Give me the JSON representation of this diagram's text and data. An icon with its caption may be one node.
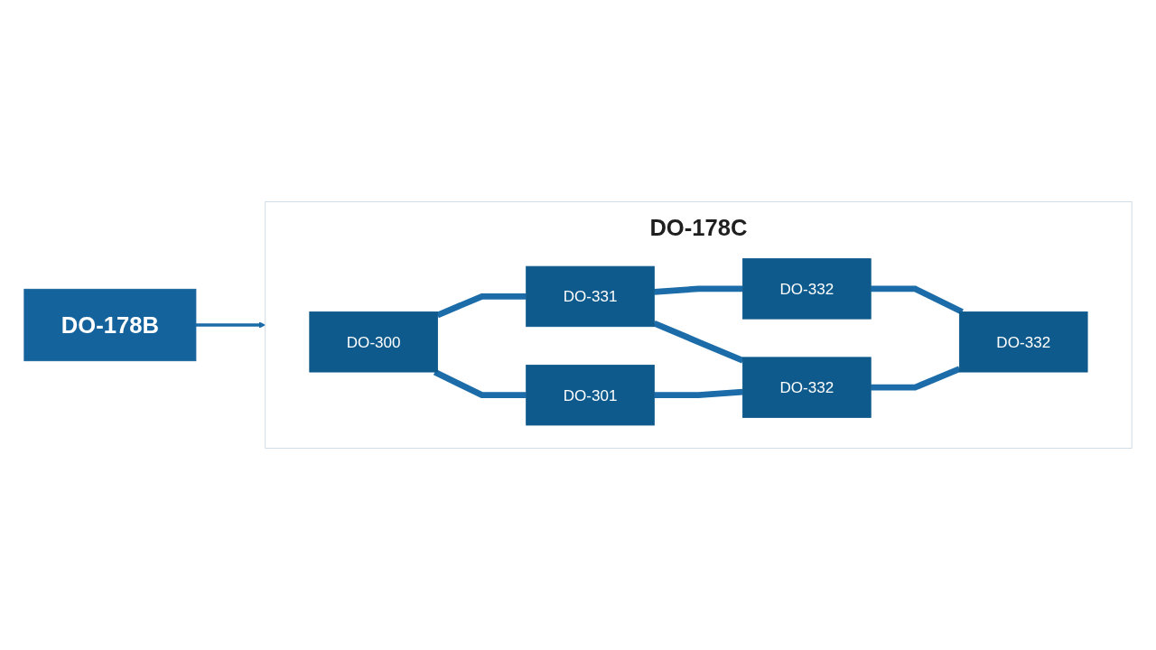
{
  "diagram": {
    "nodes": [
      {
        "text": [
          "DO-178B"
        ]
      },
      {
        "text": [
          "DO-178C"
        ]
      },
      {
        "text": [
          "DO-300"
        ],
        "in": 1
      },
      {
        "text": [
          "DO-331"
        ],
        "in": 1
      },
      {
        "text": [
          "DO-332"
        ],
        "in": 1
      },
      {
        "text": [
          "DO-301"
        ],
        "in": 1
      },
      {
        "text": [
          "DO-332"
        ],
        "in": 1
      },
      {
        "text": [
          "DO-332"
        ],
        "in": 1
      }
    ],
    "edges": [
      {
        "from": 0,
        "to": 1,
        "arrow": "to"
      },
      {
        "from": 2,
        "to": 5,
        "arrow": "none"
      },
      {
        "from": 3,
        "to": 6,
        "arrow": "none"
      },
      {
        "from": 4,
        "to": 7,
        "arrow": "none"
      },
      {
        "from": 2,
        "to": 3,
        "arrow": "none"
      },
      {
        "from": 3,
        "to": 4,
        "arrow": "none"
      },
      {
        "from": 5,
        "to": 6,
        "arrow": "none"
      },
      {
        "from": 6,
        "to": 7,
        "arrow": "none"
      }
    ]
  }
}
